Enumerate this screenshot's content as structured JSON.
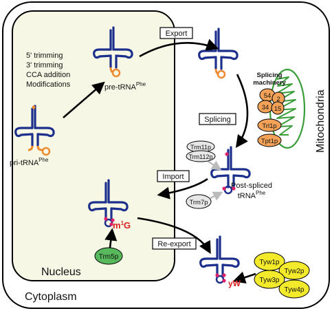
{
  "compartments": {
    "nucleus": "Nucleus",
    "cytoplasm": "Cytoplasm",
    "mitochondria": "Mitochondria"
  },
  "process_steps": {
    "export": "Export",
    "splicing": "Splicing",
    "import": "Import",
    "reexport": "Re-export"
  },
  "nuclear_processing": [
    "5' trimming",
    "3' trimming",
    "CCA addition",
    "Modifications"
  ],
  "trna_labels": {
    "pri": {
      "base": "pri-tRNA",
      "sup": "Phe"
    },
    "pre": {
      "base": "pre-tRNA",
      "sup": "Phe"
    },
    "post_line1": "Post-spliced",
    "post_line2": {
      "base": "tRNA",
      "sup": "Phe"
    }
  },
  "modifications": {
    "m1g": {
      "sup": "1",
      "base_m": "m",
      "base_g": "G"
    },
    "yw": "yW"
  },
  "splicing_machinery": {
    "title_line1": "Splicing",
    "title_line2": "machinery",
    "sen_subunits": [
      "54",
      "2",
      "34",
      "15"
    ],
    "ligase": "Trl1p",
    "phosphotransferase": "Tpt1p"
  },
  "methyltransferases": {
    "trm11": "Trm11p",
    "trm112": "Trm112p",
    "trm7": "Trm7p",
    "trm5": "Trm5p"
  },
  "wybutosine_enzymes": [
    "Tyw1p",
    "Tyw2p",
    "Tyw3p",
    "Tyw4p"
  ],
  "colors": {
    "trna": "#1c2f8c",
    "intron": "#ee8a2e",
    "modification": "#e0206a",
    "enzyme_orange": "#f4a257",
    "nucleus_fill": "#f6f7e4",
    "mito_green": "#3a9d3a",
    "trm5_green": "#58b85c",
    "tyw_yellow": "#f3ea2b",
    "gray_enzyme": "#e7e7e7"
  }
}
